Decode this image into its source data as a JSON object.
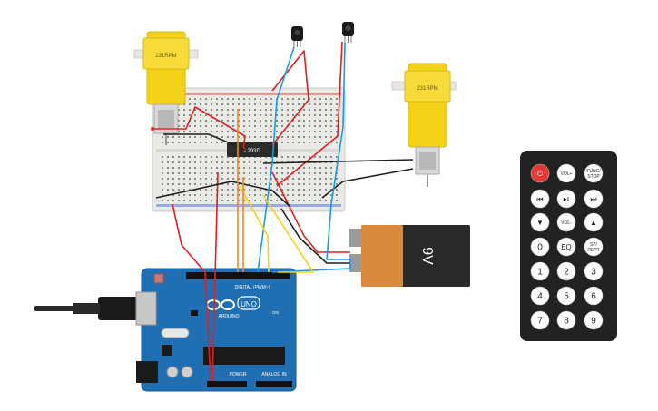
{
  "colors": {
    "board": "#1f6fb2",
    "board_dark": "#155a92",
    "breadboard": "#e9e9e6",
    "motor_yellow": "#f3d21a",
    "battery_orange": "#d98a3c",
    "battery_black": "#2a2a2a",
    "remote_body": "#222222",
    "remote_button": "#ffffff",
    "remote_power": "#e53935",
    "wire_red": "#e02020",
    "wire_black": "#202020",
    "wire_blue": "#1e9be0",
    "wire_yellow": "#f2d21b",
    "wire_orange": "#f08a1c"
  },
  "motor_left": {
    "label": "231RPM"
  },
  "motor_right": {
    "label": "231RPM"
  },
  "driver_ic": {
    "label": "L293D"
  },
  "battery": {
    "label": "9V"
  },
  "arduino": {
    "logo_text": "UNO",
    "brand": "ARDUINO",
    "digital_label": "DIGITAL (PWM~)",
    "power_label": "POWER",
    "analog_label": "ANALOG IN",
    "on_label": "ON"
  },
  "remote": {
    "buttons": [
      {
        "label": "⏻",
        "name": "power",
        "kind": "power"
      },
      {
        "label": "VOL+",
        "name": "vol-plus"
      },
      {
        "label": "FUNC/\nSTOP",
        "name": "func-stop"
      },
      {
        "label": "⏮",
        "name": "prev"
      },
      {
        "label": "▶||",
        "name": "play-pause"
      },
      {
        "label": "⏭",
        "name": "next"
      },
      {
        "label": "▼",
        "name": "down"
      },
      {
        "label": "VOL-",
        "name": "vol-minus"
      },
      {
        "label": "▲",
        "name": "up"
      },
      {
        "label": "0",
        "name": "digit-0"
      },
      {
        "label": "EQ",
        "name": "eq"
      },
      {
        "label": "ST/\nREPT",
        "name": "st-rept"
      },
      {
        "label": "1",
        "name": "digit-1"
      },
      {
        "label": "2",
        "name": "digit-2"
      },
      {
        "label": "3",
        "name": "digit-3"
      },
      {
        "label": "4",
        "name": "digit-4"
      },
      {
        "label": "5",
        "name": "digit-5"
      },
      {
        "label": "6",
        "name": "digit-6"
      },
      {
        "label": "7",
        "name": "digit-7"
      },
      {
        "label": "8",
        "name": "digit-8"
      },
      {
        "label": "9",
        "name": "digit-9"
      }
    ]
  }
}
